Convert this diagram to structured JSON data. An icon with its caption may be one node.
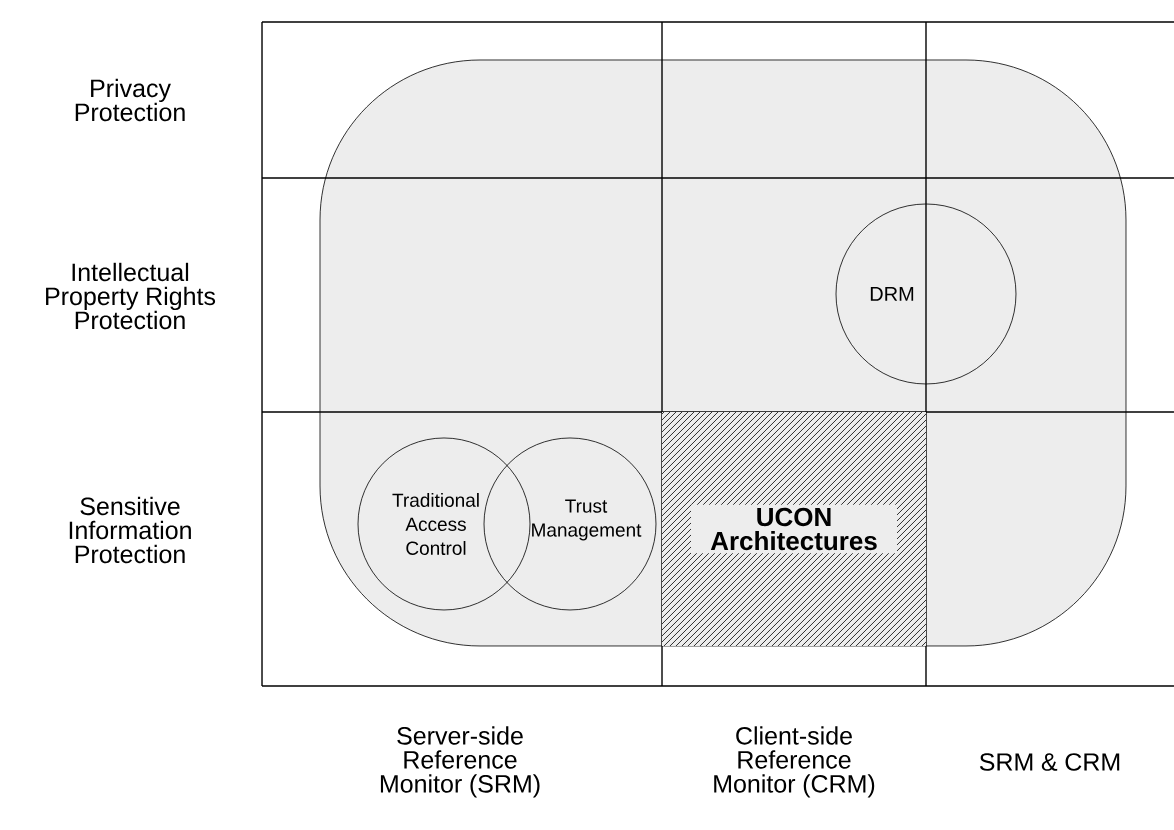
{
  "diagram": {
    "nodes": [
      {
        "text": [],
        "shape": "box"
      },
      {
        "text": [
          "DRM"
        ],
        "in": 0
      },
      {
        "text": [
          "Traditional Access Control"
        ],
        "in": 0
      },
      {
        "text": [
          "Trust Management"
        ],
        "in": 0
      },
      {
        "text": [
          "UCON Architectures"
        ],
        "in": 0
      }
    ],
    "labels": [
      "Privacy Protection",
      "Intellectual Property Rights Protection",
      "Sensitive Information Protection",
      "Server-side Reference Monitor (SRM)",
      "Client-side Reference Monitor (CRM)",
      "SRM & CRM"
    ]
  }
}
